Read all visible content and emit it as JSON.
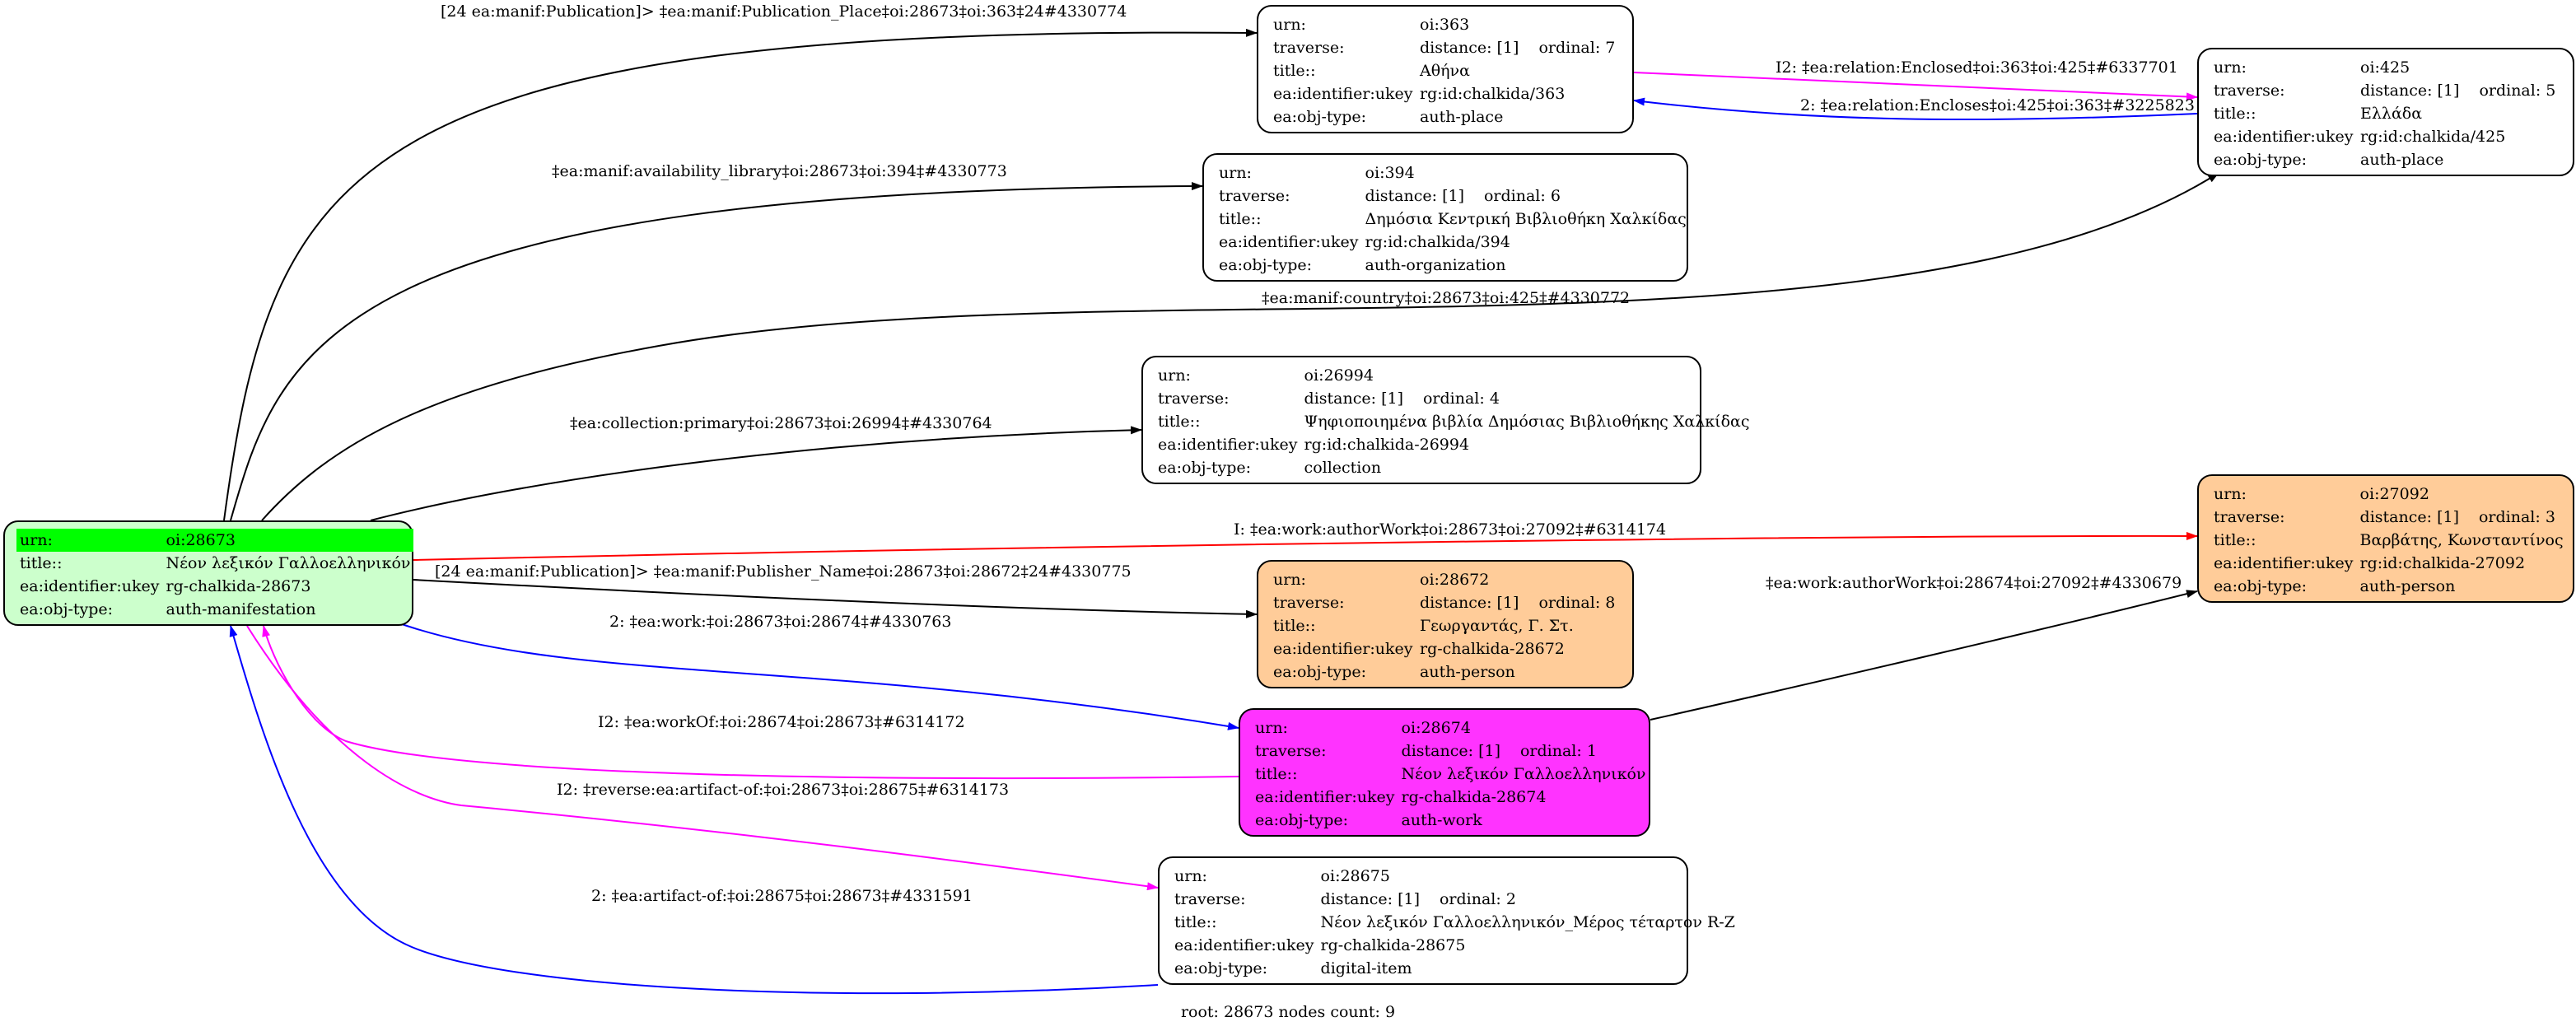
{
  "colors": {
    "manifestation_fill": "#ccffcc",
    "root_highlight": "#00ff00",
    "person_fill": "#ffcc99",
    "work_fill": "#ff33ff",
    "plain_fill": "#ffffff",
    "edge_black": "#000000",
    "edge_blue": "#0000ff",
    "edge_magenta": "#ff00ff",
    "edge_red": "#ff0000"
  },
  "keys": {
    "urn": "urn:",
    "traverse": "traverse:",
    "title": "title::",
    "ukey": "ea:identifier:ukey",
    "objtype": "ea:obj-type:"
  },
  "nodes": {
    "n28673": {
      "urn": "oi:28673",
      "title": "Νέον λεξικόν Γαλλοελληνικόν",
      "ukey": "rg-chalkida-28673",
      "objtype": "auth-manifestation"
    },
    "n363": {
      "urn": "oi:363",
      "distance": "distance: [1]",
      "ordinal": "ordinal: 7",
      "title": "Αθήνα",
      "ukey": "rg:id:chalkida/363",
      "objtype": "auth-place"
    },
    "n394": {
      "urn": "oi:394",
      "distance": "distance: [1]",
      "ordinal": "ordinal: 6",
      "title": "Δημόσια Κεντρική Βιβλιοθήκη Χαλκίδας",
      "ukey": "rg:id:chalkida/394",
      "objtype": "auth-organization"
    },
    "n425": {
      "urn": "oi:425",
      "distance": "distance: [1]",
      "ordinal": "ordinal: 5",
      "title": "Ελλάδα",
      "ukey": "rg:id:chalkida/425",
      "objtype": "auth-place"
    },
    "n26994": {
      "urn": "oi:26994",
      "distance": "distance: [1]",
      "ordinal": "ordinal: 4",
      "title": "Ψηφιοποιημένα βιβλία Δημόσιας Βιβλιοθήκης Χαλκίδας",
      "ukey": "rg:id:chalkida-26994",
      "objtype": "collection"
    },
    "n27092": {
      "urn": "oi:27092",
      "distance": "distance: [1]",
      "ordinal": "ordinal: 3",
      "title": "Βαρβάτης, Κωνσταντίνος",
      "ukey": "rg:id:chalkida-27092",
      "objtype": "auth-person"
    },
    "n28672": {
      "urn": "oi:28672",
      "distance": "distance: [1]",
      "ordinal": "ordinal: 8",
      "title": "Γεωργαντάς, Γ. Στ.",
      "ukey": "rg-chalkida-28672",
      "objtype": "auth-person"
    },
    "n28674": {
      "urn": "oi:28674",
      "distance": "distance: [1]",
      "ordinal": "ordinal: 1",
      "title": "Νέον λεξικόν Γαλλοελληνικόν",
      "ukey": "rg-chalkida-28674",
      "objtype": "auth-work"
    },
    "n28675": {
      "urn": "oi:28675",
      "distance": "distance: [1]",
      "ordinal": "ordinal: 2",
      "title": "Νέον λεξικόν Γαλλοελληνικόν_Μέρος τέταρτον R-Z",
      "ukey": "rg-chalkida-28675",
      "objtype": "digital-item"
    }
  },
  "edges": [
    {
      "label": "[24 ea:manif:Publication]> ‡ea:manif:Publication_Place‡oi:28673‡oi:363‡24#4330774",
      "color": "#000000"
    },
    {
      "label": "‡ea:manif:availability_library‡oi:28673‡oi:394‡#4330773",
      "color": "#000000"
    },
    {
      "label": "‡ea:manif:country‡oi:28673‡oi:425‡#4330772",
      "color": "#000000"
    },
    {
      "label": "‡ea:collection:primary‡oi:28673‡oi:26994‡#4330764",
      "color": "#000000"
    },
    {
      "label": "I: ‡ea:work:authorWork‡oi:28673‡oi:27092‡#6314174",
      "color": "#ff0000"
    },
    {
      "label": "[24 ea:manif:Publication]> ‡ea:manif:Publisher_Name‡oi:28673‡oi:28672‡24#4330775",
      "color": "#000000"
    },
    {
      "label": "2: ‡ea:work:‡oi:28673‡oi:28674‡#4330763",
      "color": "#0000ff"
    },
    {
      "label": "I2: ‡ea:workOf:‡oi:28674‡oi:28673‡#6314172",
      "color": "#ff00ff"
    },
    {
      "label": "I2: ‡reverse:ea:artifact-of:‡oi:28673‡oi:28675‡#6314173",
      "color": "#ff00ff"
    },
    {
      "label": "2: ‡ea:artifact-of:‡oi:28675‡oi:28673‡#4331591",
      "color": "#0000ff"
    },
    {
      "label": "‡ea:work:authorWork‡oi:28674‡oi:27092‡#4330679",
      "color": "#000000"
    },
    {
      "label": "I2: ‡ea:relation:Enclosed‡oi:363‡oi:425‡#6337701",
      "color": "#ff00ff"
    },
    {
      "label": "2: ‡ea:relation:Encloses‡oi:425‡oi:363‡#3225823",
      "color": "#0000ff"
    }
  ],
  "footer": "root: 28673 nodes count: 9"
}
